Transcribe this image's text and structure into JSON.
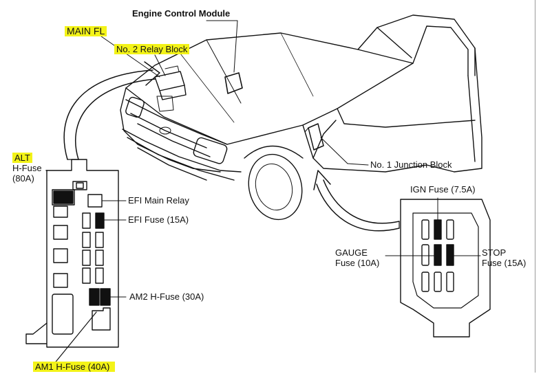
{
  "labels": {
    "engine_control_module": "Engine Control Module",
    "main_fl": "MAIN FL",
    "relay_block_2": "No. 2 Relay Block",
    "alt": "ALT",
    "alt_hfuse": "H-Fuse",
    "alt_rating": "(80A)",
    "efi_main_relay": "EFI Main Relay",
    "efi_fuse": "EFI Fuse (15A)",
    "am2_hfuse": "AM2 H-Fuse (30A)",
    "am1_hfuse": "AM1 H-Fuse (40A)",
    "junction_block_1": "No. 1 Junction Block",
    "ign_fuse": "IGN Fuse (7.5A)",
    "gauge": "GAUGE",
    "gauge_fuse": "Fuse (10A)",
    "stop": "STOP",
    "stop_fuse": "Fuse (15A)"
  },
  "colors": {
    "highlight": "#f3f318",
    "line": "#111111",
    "fuse_fill": "#111111"
  }
}
